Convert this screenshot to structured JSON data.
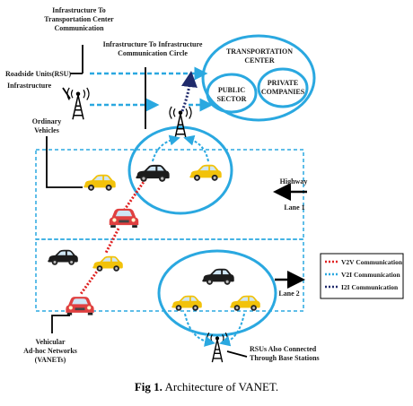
{
  "labels": {
    "infra_to_tc_line1": "Infrastructure To",
    "infra_to_tc_line2": "Transportation Center",
    "infra_to_tc_line3": "Communication",
    "infra_to_infra_line1": "Infrastructure To Infrastructure",
    "infra_to_infra_line2": "Communication Circle",
    "rsu": "Roadside Units(RSU)",
    "infrastructure": "Infrastructure",
    "ordinary_line1": "Ordinary",
    "ordinary_line2": "Vehicles",
    "tc_line1": "TRANSPORTATION",
    "tc_line2": "CENTER",
    "public_line1": "PUBLIC",
    "public_line2": "SECTOR",
    "private_line1": "PRIVATE",
    "private_line2": "COMPANIES",
    "highway": "Highway",
    "lane1": "Lane 1",
    "lane2": "Lane 2",
    "vanet_line1": "Vehicular",
    "vanet_line2": "Ad-hoc Networks",
    "vanet_line3": "(VANETs)",
    "rsu_bs_line1": "RSUs Also Connected",
    "rsu_bs_line2": "Through Base Stations"
  },
  "legend": {
    "items": [
      {
        "label": "V2V Communication",
        "color": "#e02020"
      },
      {
        "label": "V2I Communication",
        "color": "#2aa8e0"
      },
      {
        "label": "I2I Communication",
        "color": "#1f2a6b"
      }
    ]
  },
  "caption": {
    "prefix": "Fig 1.",
    "text": " Architecture of VANET."
  },
  "colors": {
    "accent_blue": "#2aa8e0",
    "car_yellow": "#f2c20a",
    "car_black": "#1c1c1c",
    "car_red": "#e04040",
    "i2i_navy": "#1f2a6b",
    "v2v_red": "#e02020"
  }
}
